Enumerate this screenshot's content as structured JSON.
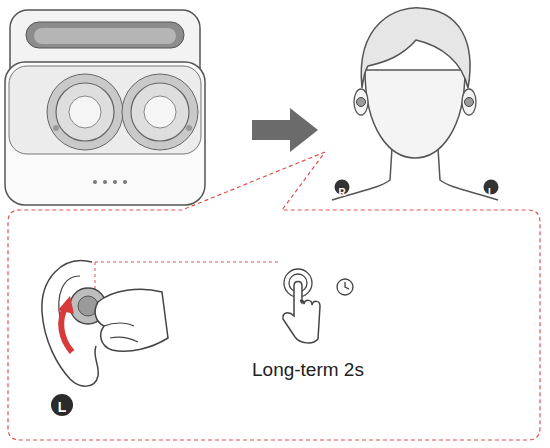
{
  "diagram": {
    "labels": [
      "R",
      "L",
      "L",
      "Long-term 2s"
    ]
  }
}
